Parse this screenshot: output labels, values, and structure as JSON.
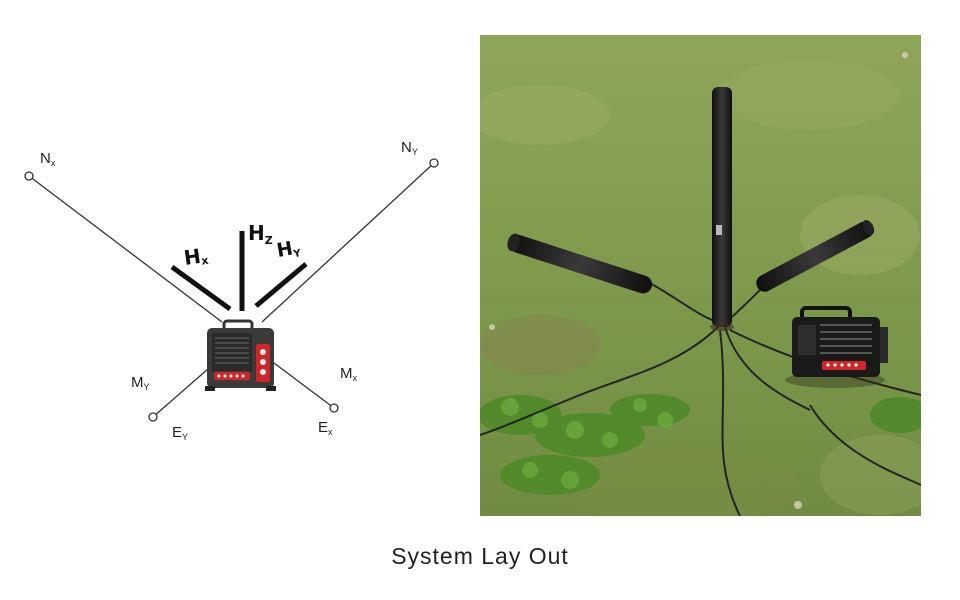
{
  "diagram": {
    "labels": {
      "nx": "N",
      "nx_sub": "x",
      "ny": "N",
      "ny_sub": "Y",
      "hx": "H",
      "hx_sub": "x",
      "hz": "H",
      "hz_sub": "Z",
      "hy": "H",
      "hy_sub": "Y",
      "my": "M",
      "my_sub": "Y",
      "mx": "M",
      "mx_sub": "x",
      "ey": "E",
      "ey_sub": "Y",
      "ex": "E",
      "ex_sub": "x"
    },
    "colors": {
      "line": "#333333",
      "coil": "#111111",
      "device_body": "#3a3a3a",
      "device_panel": "#d0262a",
      "grass": "#7d9a4a"
    }
  },
  "photo": {
    "description_icon": "field-photo-icon"
  },
  "caption": "System Lay Out"
}
